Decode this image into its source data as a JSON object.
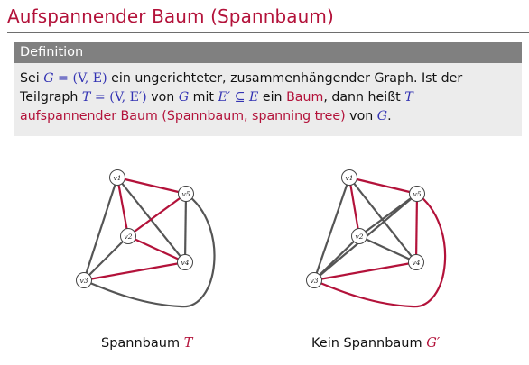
{
  "slide": {
    "title": "Aufspannender Baum (Spannbaum)"
  },
  "definition": {
    "heading": "Definition",
    "text_sei": "Sei",
    "var_G": "G",
    "eq_pair": " = (V, E)",
    "text_1": " ein ungerichteter, zusammenhängender Graph. Ist der",
    "text_teilgraph": "Teilgraph ",
    "var_T": "T",
    "eq_sub": " = (V, E′)",
    "text_von": " von ",
    "text_mit": " mit ",
    "var_Eprime": "E′",
    "subseteq": " ⊆ ",
    "var_E": "E",
    "text_ein": " ein ",
    "term_baum": "Baum",
    "text_dann": ", dann heißt ",
    "term_full": "aufspannender Baum (Spannbaum, spanning tree)",
    "text_von2": " von ",
    "period": "."
  },
  "graphs": [
    {
      "nodes": [
        {
          "id": "v1",
          "label": "v1"
        },
        {
          "id": "v5",
          "label": "v5"
        },
        {
          "id": "v2",
          "label": "v2"
        },
        {
          "id": "v4",
          "label": "v4"
        },
        {
          "id": "v3",
          "label": "v3"
        }
      ],
      "caption_text": "Spannbaum ",
      "caption_var": "T"
    },
    {
      "nodes": [
        {
          "id": "v1",
          "label": "v1"
        },
        {
          "id": "v5",
          "label": "v5"
        },
        {
          "id": "v2",
          "label": "v2"
        },
        {
          "id": "v4",
          "label": "v4"
        },
        {
          "id": "v3",
          "label": "v3"
        }
      ],
      "caption_text": "Kein Spannbaum ",
      "caption_var": "G′"
    }
  ],
  "colors": {
    "accent": "#b3123a",
    "math": "#3333b3",
    "edge": "#555555",
    "block_head": "#808080",
    "block_body": "#ececec"
  }
}
